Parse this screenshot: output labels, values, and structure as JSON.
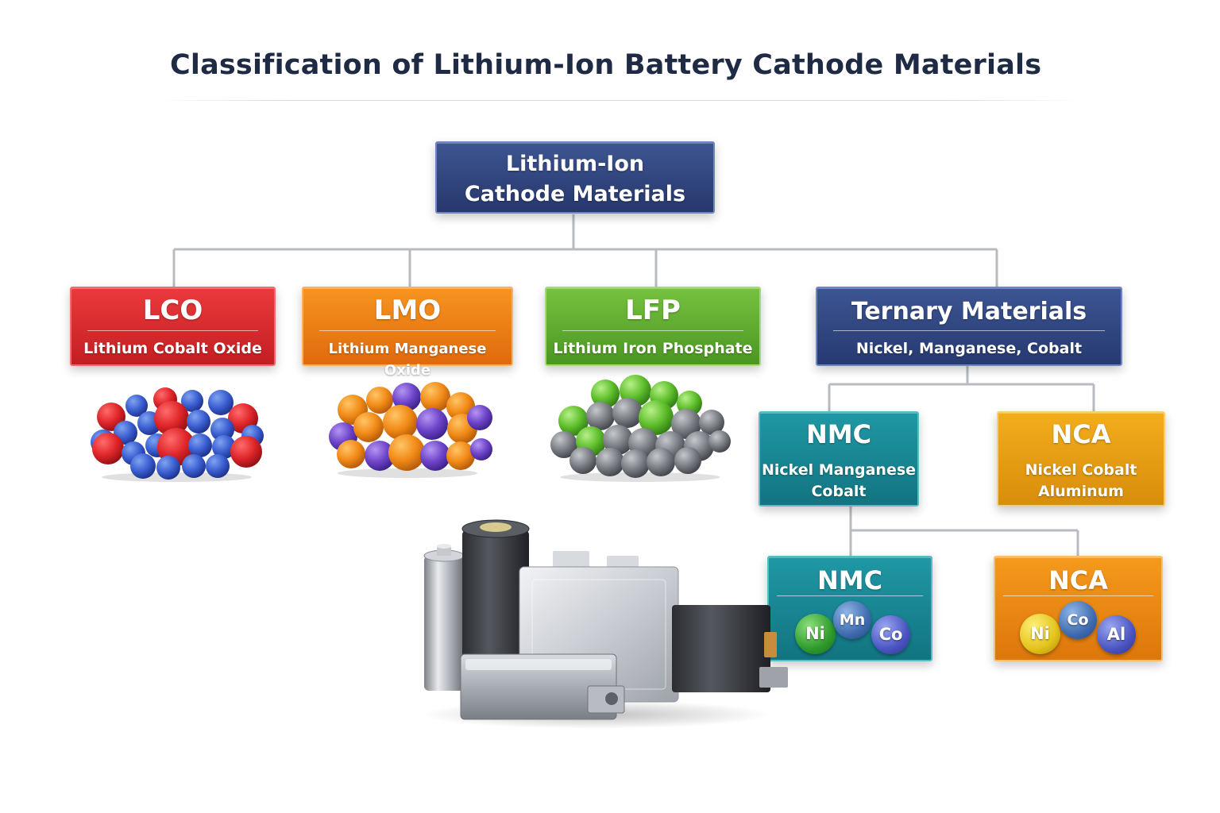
{
  "title": "Classification of Lithium-Ion Battery Cathode Materials",
  "root": {
    "line1": "Lithium-Ion",
    "line2": "Cathode Materials"
  },
  "categories": [
    {
      "abbr": "LCO",
      "name": "Lithium Cobalt Oxide",
      "color": "#d9292c"
    },
    {
      "abbr": "LMO",
      "name": "Lithium Manganese Oxide",
      "color": "#f0821a"
    },
    {
      "abbr": "LFP",
      "name": "Lithium Iron Phosphate",
      "color": "#5fae30"
    },
    {
      "abbr": "Ternary Materials",
      "name": "Nickel, Manganese, Cobalt",
      "color": "#2f4580"
    }
  ],
  "ternary_children": [
    {
      "abbr": "NMC",
      "line1": "Nickel Manganese",
      "line2": "Cobalt",
      "color": "#188591"
    },
    {
      "abbr": "NCA",
      "line1": "Nickel Cobalt",
      "line2": "Aluminum",
      "color": "#e59e14"
    }
  ],
  "composition": [
    {
      "abbr": "NMC",
      "elements": [
        "Ni",
        "Mn",
        "Co"
      ],
      "color": "#188591"
    },
    {
      "abbr": "NCA",
      "elements": [
        "Ni",
        "Co",
        "Al"
      ],
      "color": "#eb8614"
    }
  ],
  "illustrations": [
    "lco-molecule-cluster",
    "lmo-molecule-cluster",
    "lfp-molecule-cluster",
    "battery-cells-group"
  ]
}
